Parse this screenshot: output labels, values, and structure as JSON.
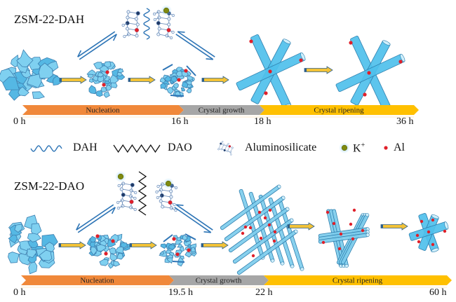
{
  "panels": [
    {
      "id": "dah",
      "title": "ZSM-22-DAH",
      "template": "DAH",
      "timeline": {
        "stages": [
          {
            "label": "Nucleation",
            "color": "#F0883A"
          },
          {
            "label": "Crystal  growth",
            "color": "#A6A6A6"
          },
          {
            "label": "Crystal  ripening",
            "color": "#FFC000"
          }
        ],
        "ticks": [
          "0 h",
          "16 h",
          "18 h",
          "36 h"
        ]
      },
      "states": [
        "amorphous-aggregate",
        "nucleation-cluster",
        "growth-cluster",
        "crossed-rods",
        "crossed-rods-ripened"
      ]
    },
    {
      "id": "dao",
      "title": "ZSM-22-DAO",
      "template": "DAO",
      "timeline": {
        "stages": [
          {
            "label": "Nucleation",
            "color": "#F0883A"
          },
          {
            "label": "Crystal  growth",
            "color": "#A6A6A6"
          },
          {
            "label": "Crystal  ripening",
            "color": "#FFC000"
          }
        ],
        "ticks": [
          "0 h",
          "19.5 h",
          "22 h",
          "60 h"
        ]
      },
      "states": [
        "amorphous-aggregate",
        "nucleation-cluster",
        "growth-cluster",
        "rod-lattice",
        "rod-bundles",
        "small-crossed-rods"
      ]
    }
  ],
  "legend": [
    {
      "icon": "dah-wave-icon",
      "label": "DAH",
      "color": "#2E75B6"
    },
    {
      "icon": "dao-wave-icon",
      "label": "DAO",
      "color": "#111111"
    },
    {
      "icon": "aluminosilicate-icon",
      "label": "Aluminosilicate",
      "color": "#1F3864"
    },
    {
      "icon": "k-ion-icon",
      "label": "K",
      "sup": "+",
      "color": "#808000"
    },
    {
      "icon": "al-dot-icon",
      "label": "Al",
      "color": "#E0202A"
    }
  ],
  "colors": {
    "particle_fill": "#7FD0F0",
    "particle_stroke": "#3C7FB0",
    "rod_fill": "#4FC0EC",
    "rod_stroke": "#2F7FAE",
    "arrow_fill": "#F2C237",
    "arrow_stroke": "#2E5F8A",
    "eq_arrow": "#2E75B6",
    "al_dot": "#E0202A"
  }
}
